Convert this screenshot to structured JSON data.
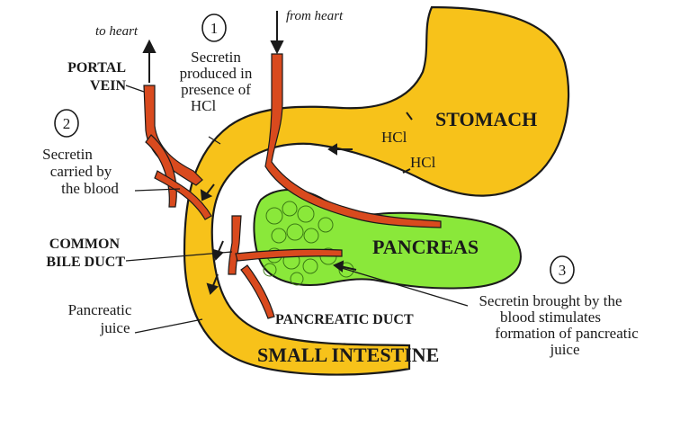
{
  "colors": {
    "organ_yellow": "#F7C21A",
    "vessel_red": "#D94A1E",
    "pancreas_green": "#8AE83A",
    "outline": "#1a1a1a"
  },
  "labels": {
    "to_heart": "to heart",
    "from_heart": "from heart",
    "portal_vein_line1": "PORTAL",
    "portal_vein_line2": "VEIN",
    "step1_num": "1",
    "step1_line1": "Secretin",
    "step1_line2": "produced in",
    "step1_line3": "presence of",
    "step1_line4": "HCl",
    "step2_num": "2",
    "step2_line1": "Secretin",
    "step2_line2": "carried by",
    "step2_line3": "the blood",
    "step3_num": "3",
    "step3_line1": "Secretin brought by the",
    "step3_line2": "blood stimulates",
    "step3_line3": "formation of pancreatic",
    "step3_line4": "juice",
    "common_bile_duct_line1": "COMMON",
    "common_bile_duct_line2": "BILE DUCT",
    "pancreatic_juice_line1": "Pancreatic",
    "pancreatic_juice_line2": "juice",
    "pancreatic_duct": "PANCREATIC DUCT",
    "stomach": "STOMACH",
    "pancreas": "PANCREAS",
    "small_intestine": "SMALL INTESTINE",
    "hcl_1": "HCl",
    "hcl_2": "HCl"
  }
}
